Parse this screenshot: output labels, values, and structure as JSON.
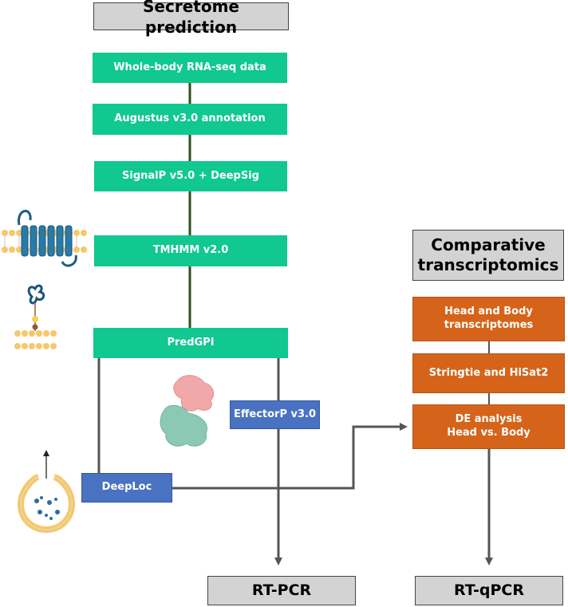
{
  "titles": {
    "secretome": "Secretome prediction",
    "comparative_line1": "Comparative",
    "comparative_line2": "transcriptomics"
  },
  "pipeline": {
    "step1": "Whole-body RNA-seq data",
    "step2": "Augustus v3.0 annotation",
    "step3": "SignalP v5.0 + DeepSig",
    "step4": "TMHMM v2.0",
    "step5": "PredGPI",
    "effectorp": "EffectorP v3.0",
    "deeploc": "DeepLoc"
  },
  "comparative": {
    "step1_line1": "Head and Body",
    "step1_line2": "transcriptomes",
    "step2": "Stringtie and HiSat2",
    "step3_line1": "DE analysis",
    "step3_line2": "Head vs. Body"
  },
  "outputs": {
    "rtpcr": "RT-PCR",
    "rtqpcr": "RT-qPCR"
  },
  "colors": {
    "green": "#10c890",
    "orange": "#d5641a",
    "blue": "#4a72c2",
    "grey": "#d3d3d3",
    "connector_dark_green": "#2f4f1f",
    "connector_grey": "#555555"
  },
  "icons": [
    "transmembrane-protein-icon",
    "gpi-anchored-protein-icon",
    "secreted-proteins-icon",
    "vesicle-secretion-icon"
  ]
}
